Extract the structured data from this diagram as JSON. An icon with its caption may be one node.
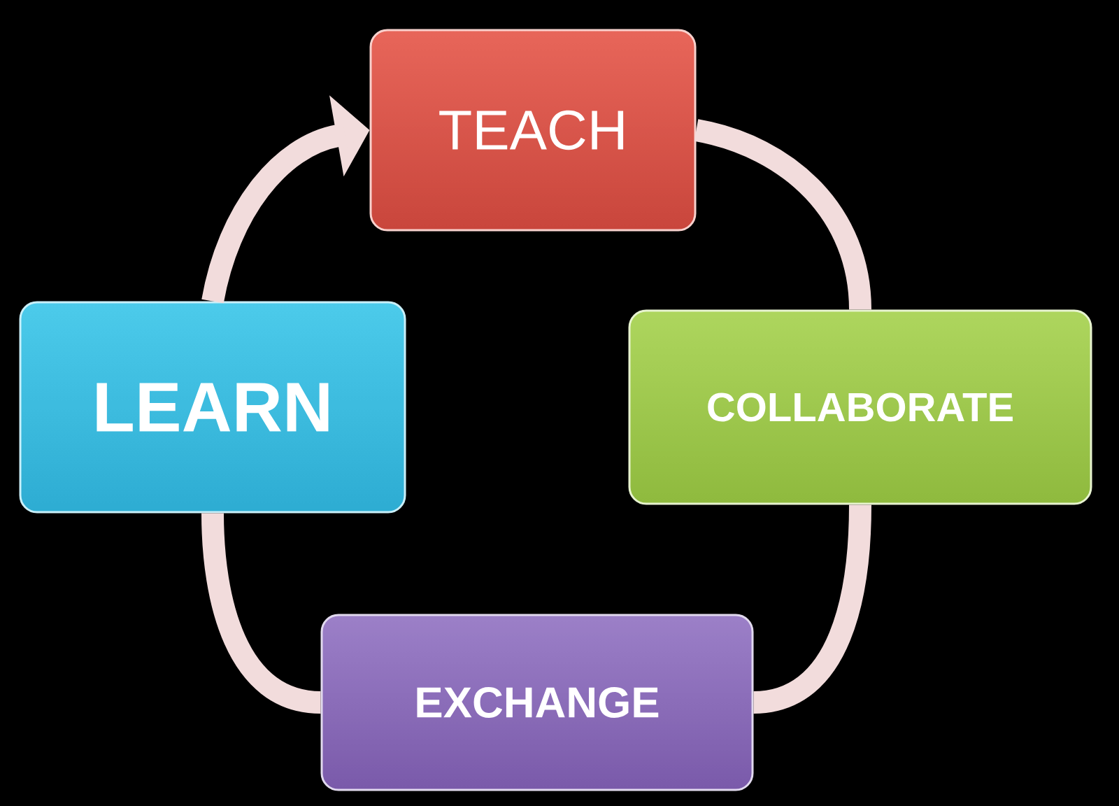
{
  "diagram": {
    "nodes": [
      {
        "text": [
          "TEACH"
        ]
      },
      {
        "text": [
          "COLLABORATE"
        ]
      },
      {
        "text": [
          "EXCHANGE"
        ]
      },
      {
        "text": [
          "LEARN"
        ]
      }
    ],
    "edges": [
      {
        "from": 0,
        "to": 1,
        "arrow": "none"
      },
      {
        "from": 1,
        "to": 2,
        "arrow": "none"
      },
      {
        "from": 2,
        "to": 3,
        "arrow": "none"
      },
      {
        "from": 3,
        "to": 0,
        "arrow": "to"
      }
    ]
  }
}
